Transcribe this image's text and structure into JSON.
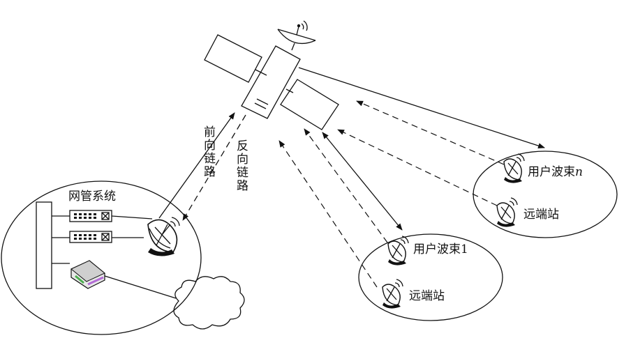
{
  "labels": {
    "nms": "网管系统",
    "forward_link": "前向链路",
    "reverse_link": "反向链路",
    "user_beam_1": "用户波束1",
    "user_beam_n": "用户波束",
    "user_beam_n_suffix": "n",
    "remote_station_1": "远端站",
    "remote_station_2": "远端站"
  },
  "colors": {
    "line": "#111111",
    "router_green": "#4caf50",
    "router_purple": "#b36bd6"
  }
}
